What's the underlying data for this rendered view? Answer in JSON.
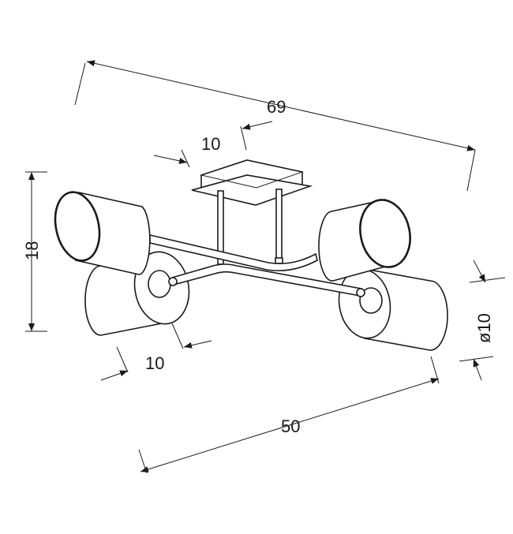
{
  "title": "Ceiling lamp dimension drawing",
  "dimensions": {
    "overall_width": "69",
    "canopy_width": "10",
    "height": "18",
    "shade_length": "10",
    "arm_span": "50",
    "shade_diameter": "ø10"
  },
  "colors": {
    "line": "#1a1a1a",
    "background": "#ffffff"
  }
}
